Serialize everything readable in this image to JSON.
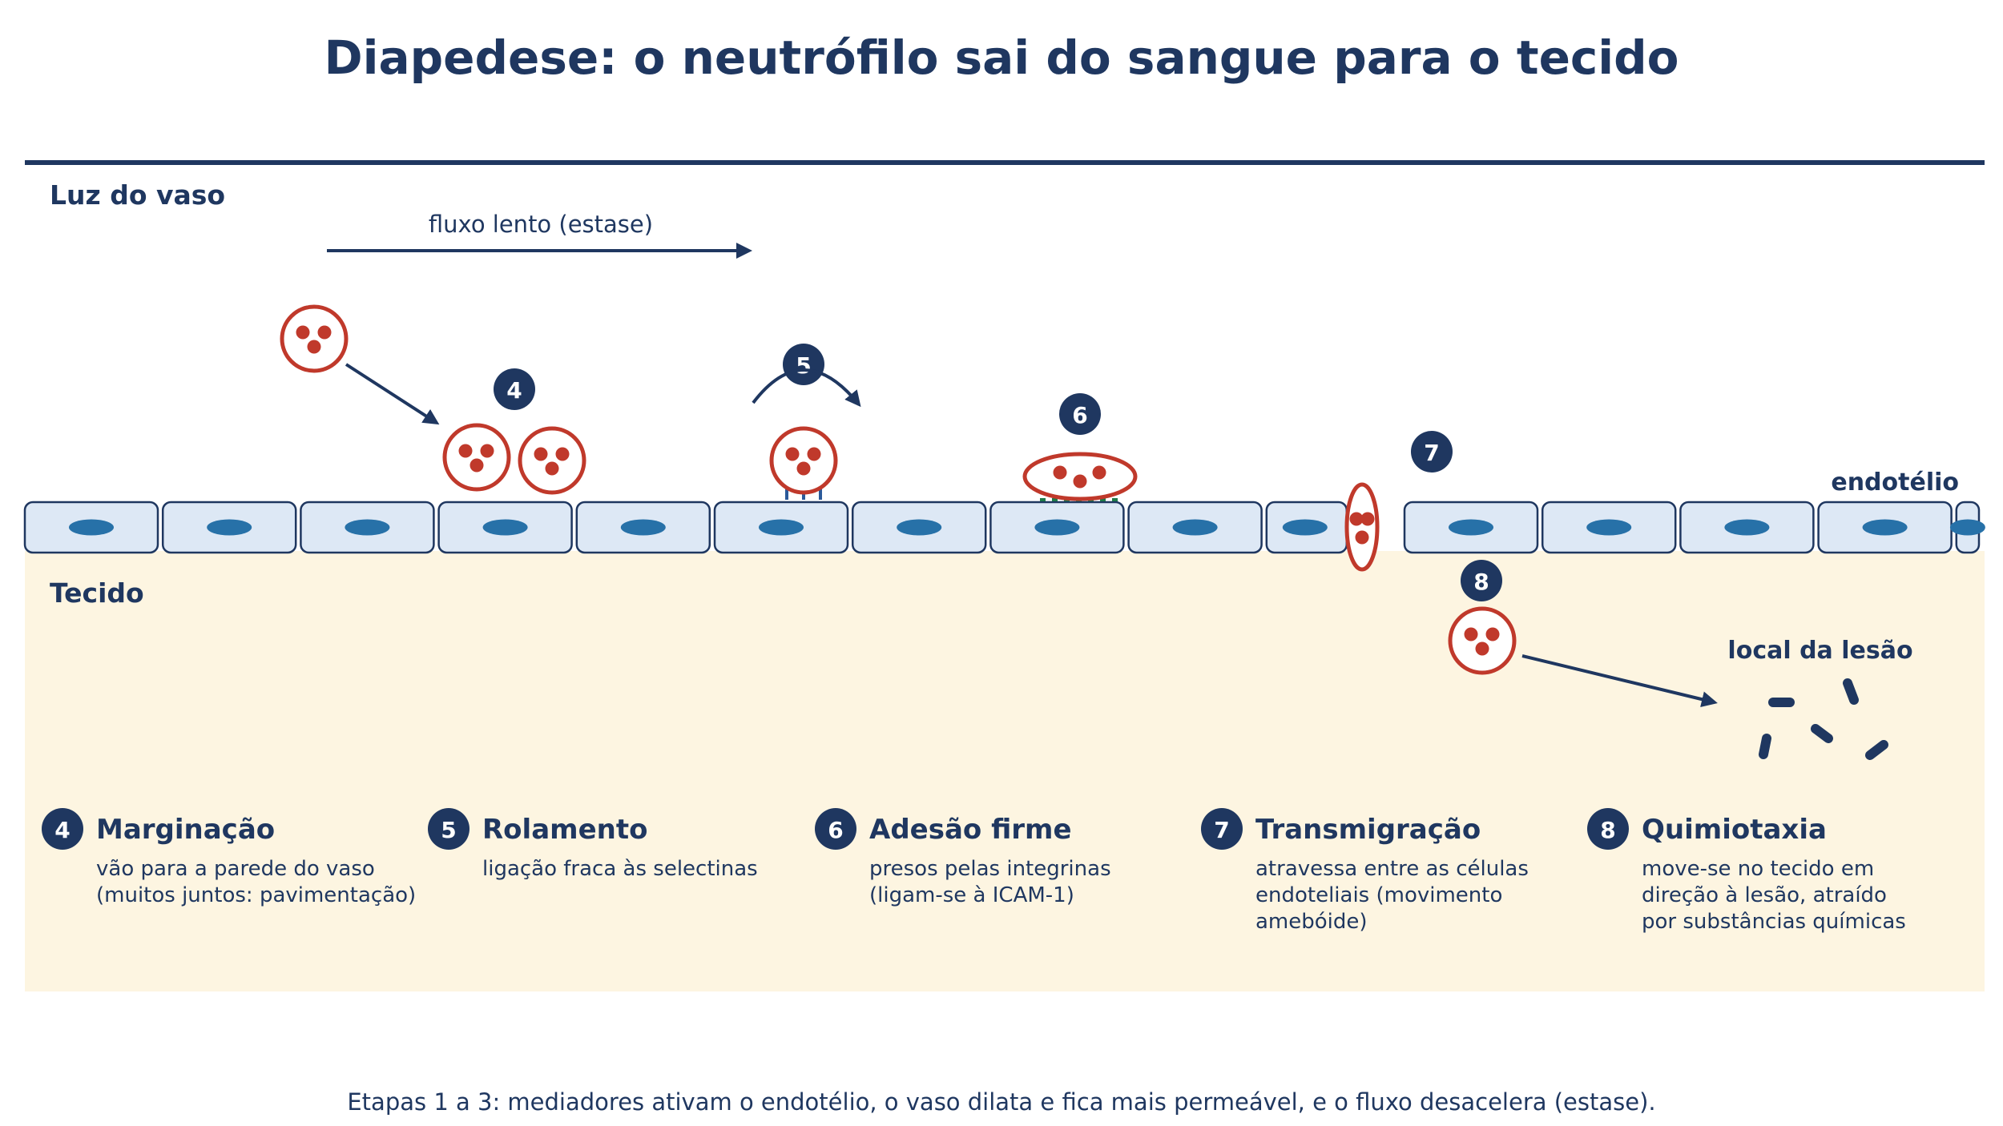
{
  "title": "Diapedese: o neutrófilo sai do sangue para o tecido",
  "lumen_label": "Luz do vaso",
  "flow_label": "fluxo lento (estase)",
  "endothelium_label": "endotélio",
  "tissue_label": "Tecido",
  "lesion_label": "local da lesão",
  "markers": [
    "4",
    "5",
    "6",
    "7",
    "8"
  ],
  "steps": [
    {
      "number": "4",
      "title": "Marginação",
      "lines": [
        "vão para a parede do vaso",
        "(muitos juntos: pavimentação)"
      ]
    },
    {
      "number": "5",
      "title": "Rolamento",
      "lines": [
        "ligação fraca às selectinas"
      ]
    },
    {
      "number": "6",
      "title": "Adesão firme",
      "lines": [
        "presos pelas integrinas",
        "(ligam-se à ICAM-1)"
      ]
    },
    {
      "number": "7",
      "title": "Transmigração",
      "lines": [
        "atravessa entre as células",
        "endoteliais (movimento",
        "amebóide)"
      ]
    },
    {
      "number": "8",
      "title": "Quimiotaxia",
      "lines": [
        "move-se no tecido em",
        "direção à lesão, atraído",
        "por substâncias químicas"
      ]
    }
  ],
  "footer": "Etapas 1 a 3: mediadores ativam o endotélio, o vaso dilata e fica mais permeável, e o fluxo desacelera (estase).",
  "colors": {
    "navy": "#1f3760",
    "neutrophil": "#c0392b",
    "tissue_bg": "#fdf5e1",
    "cell_fill": "#dde8f5",
    "nucleus": "#2771a8",
    "integrin": "#1e7a4a",
    "selectin": "#2b5a9a"
  }
}
